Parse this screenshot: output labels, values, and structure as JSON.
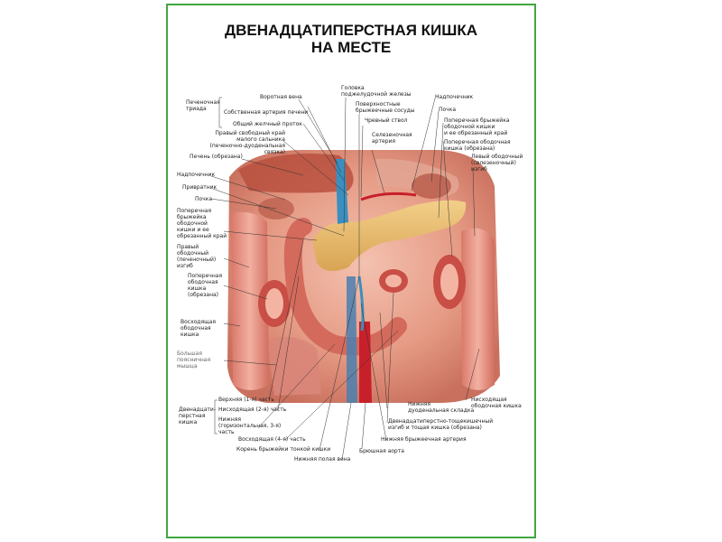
{
  "title": {
    "line1": "ДВЕНАДЦАТИПЕРСТНАЯ КИШКА",
    "line2": "НА МЕСТЕ"
  },
  "labels": {
    "triad": "Печеночная\nтриада",
    "portal_vein": "Воротная вена",
    "hepatic_artery": "Собственная артерия печени",
    "bile_duct": "Общий желчный проток",
    "omentum_edge": "Правый свободный край\nмалого сальника\n(печеночно-дуоденальная связка)",
    "liver_cut": "Печень (обрезана)",
    "adrenal_left": "Надпочечник",
    "pylorus": "Привратник",
    "kidney_left": "Почка",
    "mesocolon_cut": "Поперечная\nбрыжейка\nободочной\nкишки и ее\nобрезанный край",
    "hepatic_flexure": "Правый\nободочный\n(печеночный)\nизгиб",
    "transverse_colon_left": "Поперечная\nободочная\nкишка\n(обрезана)",
    "ascending_colon": "Восходящая\nободочная\nкишка",
    "psoas": "Большая\nпоясничная\nмышца",
    "pancreas_head": "Головка\nподжелудочной железы",
    "mesenteric_vessels": "Поверхностные\nбрыжеечные сосуды",
    "celiac_trunk": "Чревный ствол",
    "splenic_artery": "Селезеночная\nартерия",
    "adrenal_right": "Надпочечник",
    "kidney_right": "Почка",
    "mesocolon_right": "Поперечная брыжейка\nободочной кишки\nи ее обрезанный край",
    "transverse_colon_right": "Поперечная ободочная\nкишка (обрезана)",
    "splenic_flexure": "Левый ободочный\n(селезеночный)\nизгиб",
    "descending_colon": "Нисходящая\nободочная кишка",
    "duodenal_fold": "Нижняя\nдуоденальная складка",
    "duodenojejunal": "Двенадцатиперстно-тощекишечный\nизгиб и тощая кишка (обрезана)",
    "sma": "Нижняя брыжеечная артерия",
    "aorta": "Брюшная аорта",
    "ivc": "Нижняя полая вена",
    "mesentery_root": "Корень брыжейки тонкой кишки",
    "duodenum": "Двенадцати-\nперстная\nкишка",
    "part_upper": "Верхняя (1-я) часть",
    "part_descending": "Нисходящая (2-я) часть",
    "part_horizontal": "Нижняя\n(горизонтальная, 3-я)\nчасть",
    "part_ascending": "Восходящая (4-я) часть"
  },
  "colors": {
    "frame": "#3fa73f",
    "tissue": "#e8a08a",
    "muscle": "#c85a4a",
    "pancreas": "#e8b868",
    "vein": "#3a8fbf",
    "artery": "#c8202a"
  }
}
